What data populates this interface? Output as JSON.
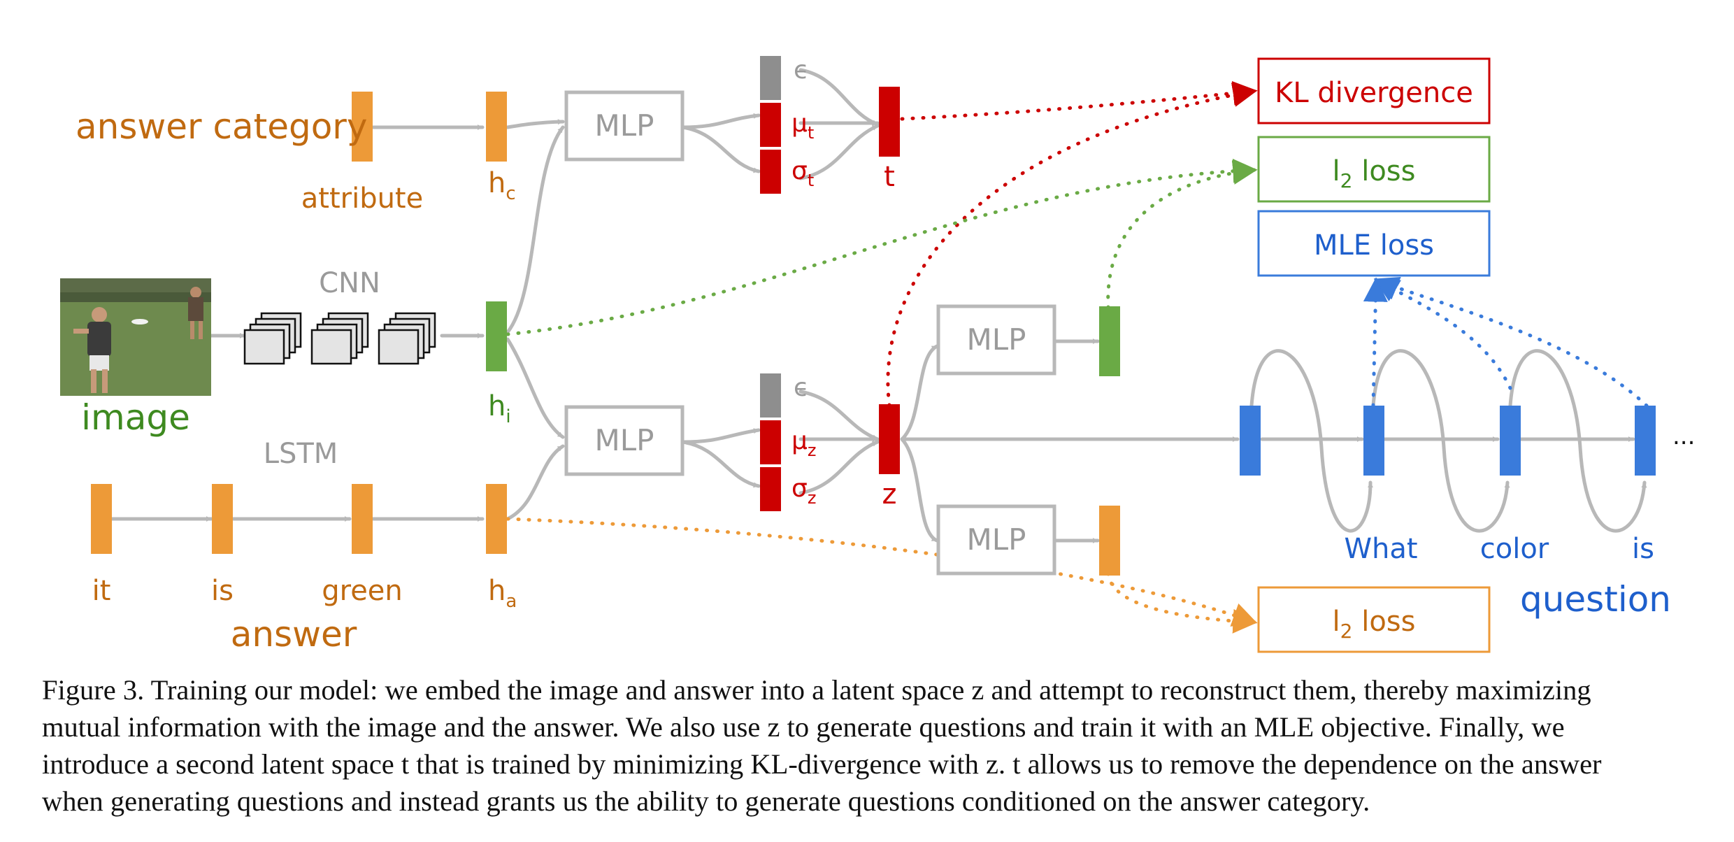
{
  "colors": {
    "orange": "#ED9A38",
    "orange_text": "#C06A10",
    "green": "#6AAA45",
    "green_text": "#3E8A20",
    "red": "#CC0000",
    "blue": "#3A7BDB",
    "blue_text": "#1E5FCC",
    "gray": "#B8B8B8",
    "gray_text": "#9A9A9A"
  },
  "labels": {
    "answer_category": "answer category",
    "attribute": "attribute",
    "h_c": "h",
    "h_c_sub": "c",
    "image": "image",
    "cnn": "CNN",
    "h_i": "h",
    "h_i_sub": "i",
    "lstm": "LSTM",
    "answer": "answer",
    "h_a": "h",
    "h_a_sub": "a",
    "answer_words": [
      "it",
      "is",
      "green"
    ],
    "mlp": "MLP",
    "epsilon": "ϵ",
    "mu": "μ",
    "sigma": "σ",
    "t": "t",
    "z": "z",
    "sub_t": "t",
    "sub_z": "z",
    "question": "question",
    "question_words": [
      "What",
      "color",
      "is"
    ],
    "ellipsis": "...",
    "kl_divergence": "KL divergence",
    "l2_loss_prefix": "l",
    "l2_loss_sub": "2",
    "l2_loss_suffix": " loss",
    "mle_loss": "MLE loss"
  },
  "caption": {
    "lines": [
      "Figure 3. Training our model: we embed the image and answer into a latent space z and attempt to reconstruct them, thereby maximizing",
      "mutual information with the image and the answer.  We also use z to generate questions and train it with an MLE objective.  Finally, we",
      "introduce a second latent space t that is trained by minimizing KL-divergence with z. t allows us to remove the dependence on the answer",
      "when generating questions and instead grants us the ability to generate questions conditioned on the answer category."
    ]
  }
}
